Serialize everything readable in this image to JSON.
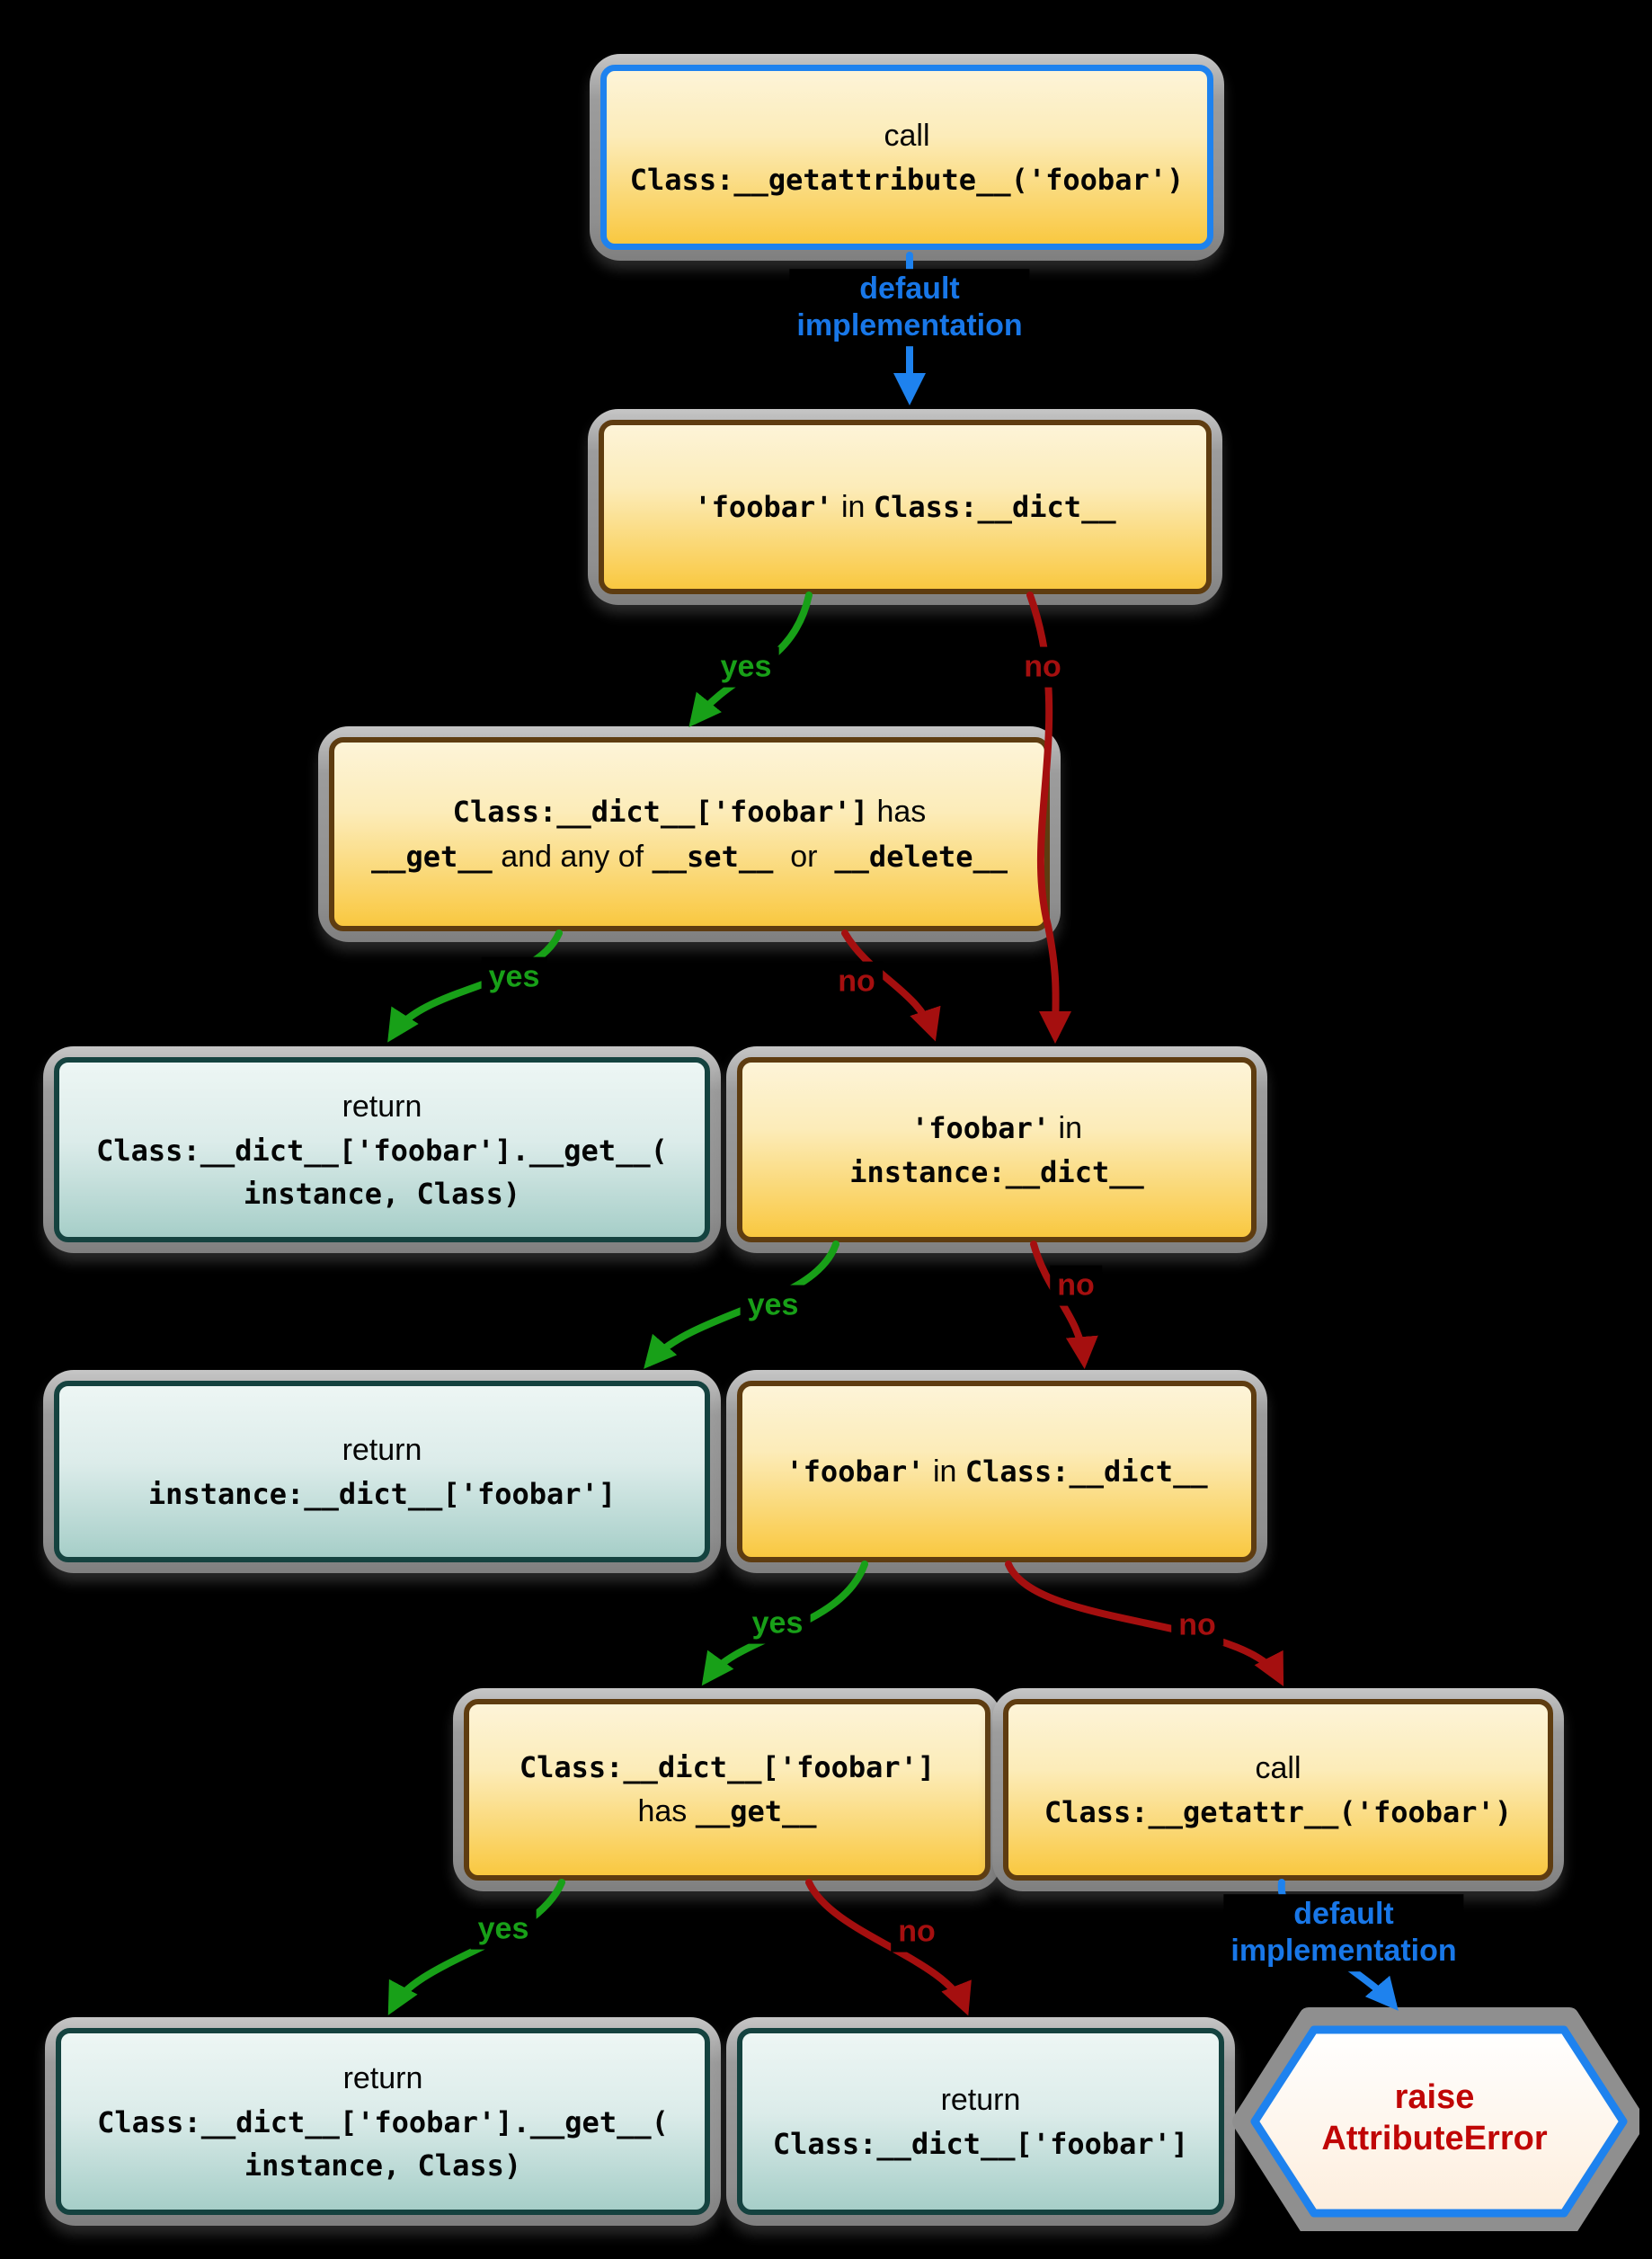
{
  "diagram": {
    "subject": "Python attribute lookup flowchart for Class:__getattribute__('foobar')"
  },
  "colors": {
    "yes_label": "#18a018",
    "no_label": "#a50f0f",
    "default_label": "#1877e8",
    "start_border": "#1e82ee",
    "decision_border": "#5e3c10",
    "return_border": "#14423f",
    "raise_text": "#c00606",
    "decision_fill_top": "#fdf4d8",
    "decision_fill_bottom": "#f9c840",
    "return_fill_top": "#edf6f4",
    "return_fill_bottom": "#a6cec8"
  },
  "nodes": {
    "start": {
      "kind": "call",
      "lines": [
        [
          {
            "t": "call"
          }
        ],
        [
          {
            "t": "Class:__getattribute__('foobar')",
            "code": true
          }
        ]
      ]
    },
    "check_class_dict": {
      "kind": "decision",
      "lines": [
        [
          {
            "t": "'foobar'",
            "code": true
          },
          {
            "t": " in "
          },
          {
            "t": "Class:__dict__",
            "code": true
          }
        ]
      ]
    },
    "check_data_descriptor": {
      "kind": "decision",
      "lines": [
        [
          {
            "t": "Class:__dict__['foobar']",
            "code": true
          },
          {
            "t": " has"
          }
        ],
        [
          {
            "t": "__get__",
            "code": true
          },
          {
            "t": " and any of "
          },
          {
            "t": "__set__",
            "code": true
          },
          {
            "t": "  or  "
          },
          {
            "t": "__delete__",
            "code": true
          }
        ]
      ]
    },
    "return_data_descriptor": {
      "kind": "return",
      "lines": [
        [
          {
            "t": "return"
          }
        ],
        [
          {
            "t": "Class:__dict__['foobar'].__get__(",
            "code": true
          }
        ],
        [
          {
            "t": "instance, Class)",
            "code": true
          }
        ]
      ]
    },
    "check_instance_dict": {
      "kind": "decision",
      "lines": [
        [
          {
            "t": "'foobar'",
            "code": true
          },
          {
            "t": " in"
          }
        ],
        [
          {
            "t": "instance:__dict__",
            "code": true
          }
        ]
      ]
    },
    "return_instance_dict": {
      "kind": "return",
      "lines": [
        [
          {
            "t": "return"
          }
        ],
        [
          {
            "t": "instance:__dict__['foobar']",
            "code": true
          }
        ]
      ]
    },
    "check_class_dict_2": {
      "kind": "decision",
      "lines": [
        [
          {
            "t": "'foobar'",
            "code": true
          },
          {
            "t": " in "
          },
          {
            "t": "Class:__dict__",
            "code": true
          }
        ]
      ]
    },
    "check_nondata_descriptor": {
      "kind": "decision",
      "lines": [
        [
          {
            "t": "Class:__dict__['foobar']",
            "code": true
          }
        ],
        [
          {
            "t": "has "
          },
          {
            "t": "__get__",
            "code": true
          }
        ]
      ]
    },
    "call_getattr": {
      "kind": "call",
      "lines": [
        [
          {
            "t": "call"
          }
        ],
        [
          {
            "t": "Class:__getattr__('foobar')",
            "code": true
          }
        ]
      ]
    },
    "return_nondata_descriptor": {
      "kind": "return",
      "lines": [
        [
          {
            "t": "return"
          }
        ],
        [
          {
            "t": "Class:__dict__['foobar'].__get__(",
            "code": true
          }
        ],
        [
          {
            "t": "instance, Class)",
            "code": true
          }
        ]
      ]
    },
    "return_class_dict": {
      "kind": "return",
      "lines": [
        [
          {
            "t": "return"
          }
        ],
        [
          {
            "t": "Class:__dict__['foobar']",
            "code": true
          }
        ]
      ]
    },
    "raise_attribute_error": {
      "kind": "raise",
      "lines": [
        [
          {
            "t": "raise"
          }
        ],
        [
          {
            "t": "AttributeError"
          }
        ]
      ]
    }
  },
  "edges": {
    "default1": {
      "from": "start",
      "to": "check_class_dict",
      "label": "default\nimplementation"
    },
    "yes1": {
      "from": "check_class_dict",
      "to": "check_data_descriptor",
      "label": "yes"
    },
    "no1": {
      "from": "check_class_dict",
      "to": "check_instance_dict",
      "label": "no"
    },
    "yes2": {
      "from": "check_data_descriptor",
      "to": "return_data_descriptor",
      "label": "yes"
    },
    "no2": {
      "from": "check_data_descriptor",
      "to": "check_instance_dict",
      "label": "no"
    },
    "yes3": {
      "from": "check_instance_dict",
      "to": "return_instance_dict",
      "label": "yes"
    },
    "no3": {
      "from": "check_instance_dict",
      "to": "check_class_dict_2",
      "label": "no"
    },
    "yes4": {
      "from": "check_class_dict_2",
      "to": "check_nondata_descriptor",
      "label": "yes"
    },
    "no4": {
      "from": "check_class_dict_2",
      "to": "call_getattr",
      "label": "no"
    },
    "yes5": {
      "from": "check_nondata_descriptor",
      "to": "return_nondata_descriptor",
      "label": "yes"
    },
    "no5": {
      "from": "check_nondata_descriptor",
      "to": "return_class_dict",
      "label": "no"
    },
    "default2": {
      "from": "call_getattr",
      "to": "raise_attribute_error",
      "label": "default\nimplementation"
    }
  }
}
